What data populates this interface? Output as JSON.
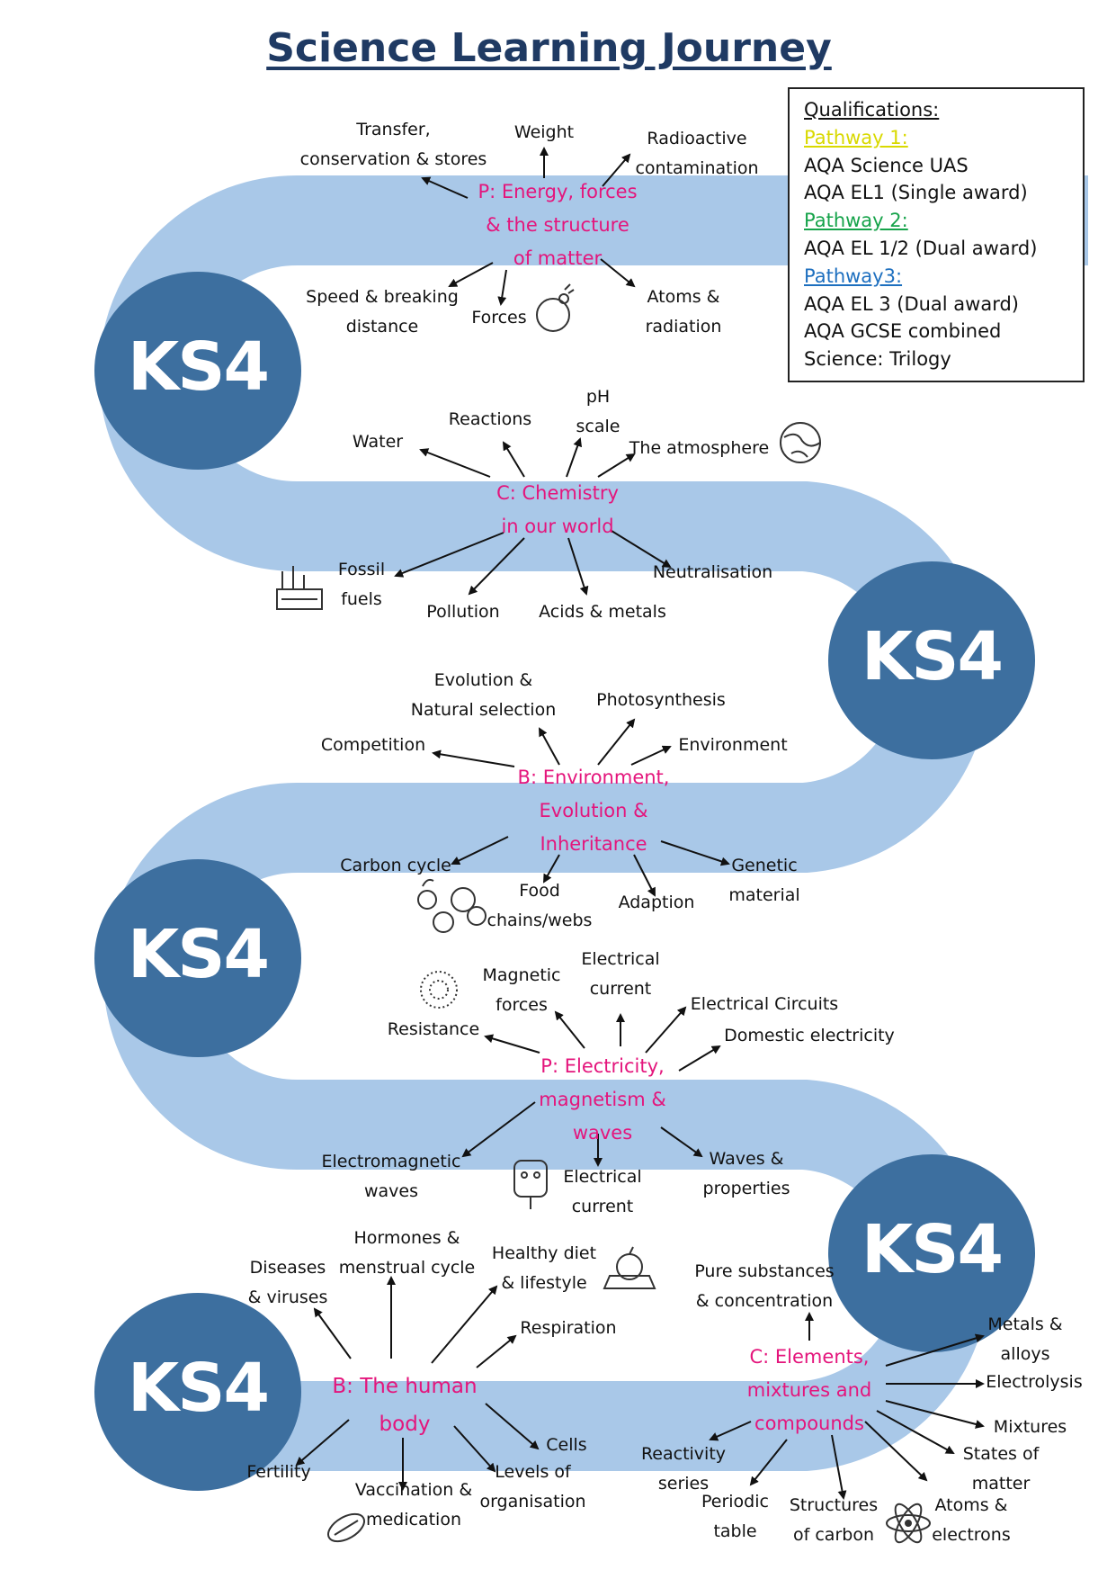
{
  "title": "Science Learning Journey",
  "ks_label": "KS4",
  "qualifications": {
    "heading": "Qualifications:",
    "pathway1": "Pathway 1:",
    "p1_items": [
      "AQA Science UAS",
      "AQA EL1 (Single award)"
    ],
    "pathway2": "Pathway 2:",
    "p2_items": [
      "AQA EL 1/2 (Dual award)"
    ],
    "pathway3": "Pathway3:",
    "p3_items": [
      "AQA EL 3 (Dual award)",
      "AQA GCSE combined",
      "Science: Trilogy"
    ]
  },
  "topics": {
    "energy": "P: Energy, forces\n& the structure\nof matter",
    "chemistry": "C: Chemistry\nin our world",
    "environment": "B: Environment,\nEvolution &\nInheritance",
    "electricity": "P: Electricity,\nmagnetism &\nwaves",
    "human_body": "B: The human\nbody",
    "elements": "C: Elements,\nmixtures and\ncompounds"
  },
  "labels": {
    "transfer": "Transfer,\nconservation & stores",
    "weight": "Weight",
    "radioactive": "Radioactive\ncontamination",
    "speed": "Speed & breaking\ndistance",
    "forces": "Forces",
    "atoms_radiation": "Atoms &\nradiation",
    "water": "Water",
    "reactions": "Reactions",
    "ph": "pH\nscale",
    "atmosphere": "The atmosphere",
    "fossil": "Fossil\nfuels",
    "pollution": "Pollution",
    "acids": "Acids & metals",
    "neutralisation": "Neutralisation",
    "evolution": "Evolution &\nNatural selection",
    "photosynthesis": "Photosynthesis",
    "competition": "Competition",
    "environment": "Environment",
    "carbon_cycle": "Carbon cycle",
    "food_chains": "Food\nchains/webs",
    "adaption": "Adaption",
    "genetic": "Genetic\nmaterial",
    "magnetic": "Magnetic\nforces",
    "elec_current_top": "Electrical\ncurrent",
    "elec_circuits": "Electrical Circuits",
    "domestic": "Domestic electricity",
    "resistance": "Resistance",
    "em_waves": "Electromagnetic\nwaves",
    "elec_current_bottom": "Electrical\ncurrent",
    "waves_props": "Waves &\nproperties",
    "hormones": "Hormones &\nmenstrual cycle",
    "healthy": "Healthy diet\n& lifestyle",
    "diseases": "Diseases\n& viruses",
    "respiration": "Respiration",
    "fertility": "Fertility",
    "vaccination": "Vaccination &\nmedication",
    "cells": "Cells",
    "levels": "Levels of\norganisation",
    "pure": "Pure substances\n& concentration",
    "metals_alloys": "Metals &\nalloys",
    "electrolysis": "Electrolysis",
    "mixtures": "Mixtures",
    "states": "States of\nmatter",
    "reactivity": "Reactivity\nseries",
    "periodic": "Periodic\ntable",
    "structures_carbon": "Structures\nof carbon",
    "atoms_electrons": "Atoms &\nelectrons"
  },
  "icons": [
    "juggling-balls-icon",
    "globe-icon",
    "factory-icon",
    "animals-icon",
    "magnet-field-icon",
    "plug-icon",
    "apple-scale-icon",
    "pills-icon",
    "atom-icon"
  ],
  "colors": {
    "path": "#a9c8e8",
    "circle": "#3d6f9f",
    "topic": "#e4157c",
    "title": "#1f3a63"
  }
}
